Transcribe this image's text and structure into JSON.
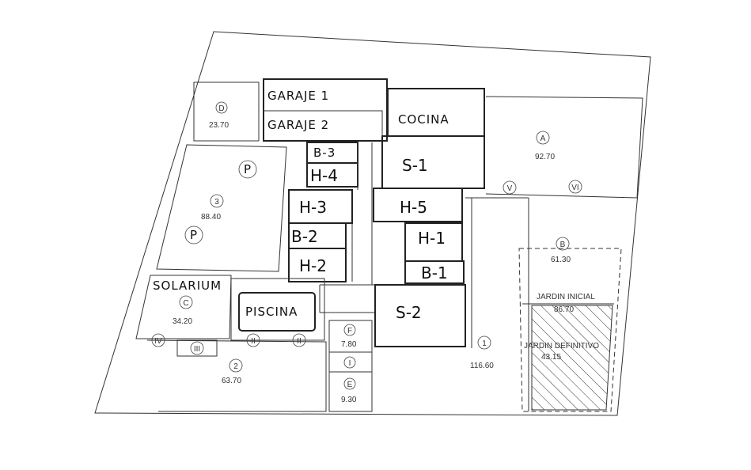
{
  "rooms": {
    "garaje1": "GARAJE 1",
    "garaje2": "GARAJE 2",
    "cocina": "COCINA",
    "b3": "B-3",
    "h4": "H-4",
    "s1": "S-1",
    "h3": "H-3",
    "h5": "H-5",
    "b2": "B-2",
    "h1": "H-1",
    "h2": "H-2",
    "b1": "B-1",
    "solarium": "SOLARIUM",
    "piscina": "PISCINA",
    "s2": "S-2"
  },
  "zones": {
    "D": {
      "letter": "D",
      "area": "23.70"
    },
    "A": {
      "letter": "A",
      "area": "92.70"
    },
    "z3": {
      "letter": "3",
      "area": "88.40"
    },
    "P1": {
      "letter": "P"
    },
    "P2": {
      "letter": "P"
    },
    "B": {
      "letter": "B",
      "area": "61.30"
    },
    "C": {
      "letter": "C",
      "area": "34.20"
    },
    "F": {
      "letter": "F",
      "area": "7.80"
    },
    "z1": {
      "letter": "1",
      "area": "116.60"
    },
    "z2": {
      "letter": "2",
      "area": "63.70"
    },
    "E": {
      "letter": "E",
      "area": "9.30"
    }
  },
  "markers": {
    "V": "V",
    "VI": "VI",
    "IV": "IV",
    "III": "III",
    "II_a": "II",
    "II_b": "II",
    "I": "I"
  },
  "garden": {
    "initial": "JARDIN INICIAL",
    "initial_area": "86.70",
    "definitive": "JARDIN DEFINITIVO",
    "definitive_area": "43.15"
  }
}
